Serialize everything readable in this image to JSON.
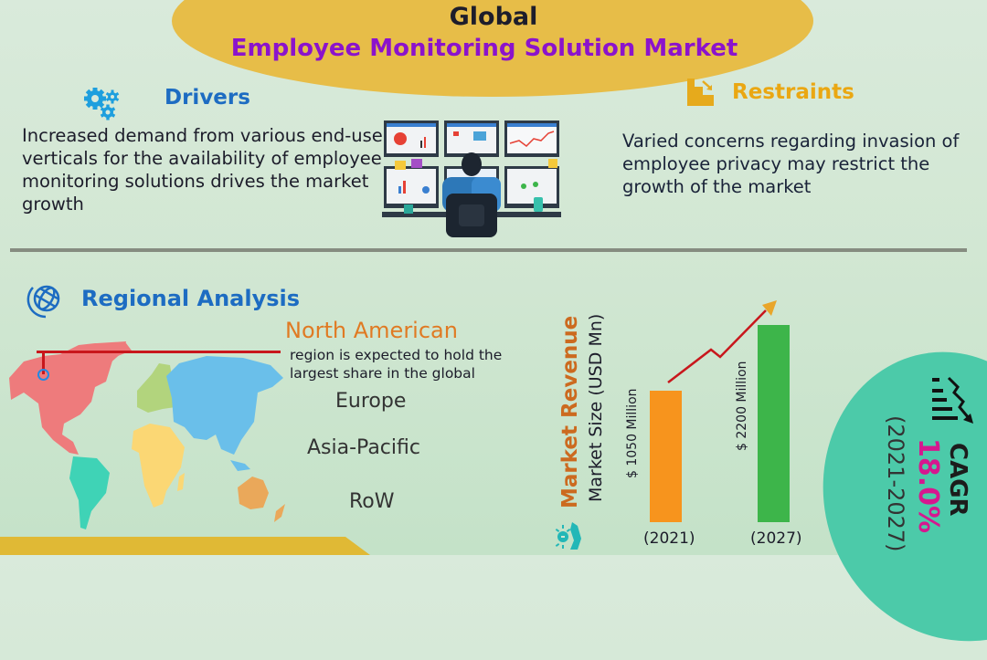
{
  "header": {
    "title_line1": "Global",
    "title_line2": "Employee Monitoring Solution Market"
  },
  "drivers": {
    "heading": "Drivers",
    "icon": "gears-icon",
    "text": "Increased demand from various end-use verticals for the availability of employee monitoring solutions drives the market growth"
  },
  "restraints": {
    "heading": "Restraints",
    "icon": "declining-stairs-icon",
    "text": "Varied concerns regarding invasion of employee privacy may restrict the growth of the market"
  },
  "center_illustration": {
    "icon": "person-monitoring-screens-illustration"
  },
  "regional": {
    "heading": "Regional Analysis",
    "icon": "globe-icon",
    "leading_region": "North American",
    "leading_text": "region is expected to hold the largest share in the global",
    "regions": [
      "Europe",
      "Asia-Pacific",
      "RoW"
    ],
    "map_colors": {
      "north_america": "#ee7b7c",
      "south_america": "#3fd3b6",
      "europe": "#b2d47d",
      "africa": "#fbd774",
      "asia": "#6abfea",
      "oceania": "#eaa85a"
    }
  },
  "market": {
    "title": "Market Revenue",
    "subtitle": "Market Size (USD Mn)",
    "icon": "money-hand-icon"
  },
  "cagr": {
    "label": "CAGR",
    "value": "18.0%",
    "period": "(2021-2027)",
    "icon": "declining-bars-arrow-icon"
  },
  "chart_data": {
    "type": "bar",
    "title": "Market Revenue",
    "ylabel": "Market Size (USD Mn)",
    "xlabel": "",
    "categories": [
      "(2021)",
      "(2027)"
    ],
    "values": [
      1050,
      2200
    ],
    "data_labels": [
      "$ 1050 Million",
      "$ 2200 Million"
    ],
    "colors": [
      "#f7941d",
      "#3db54a"
    ],
    "ylim": [
      0,
      2200
    ],
    "grid": false,
    "legend": "none",
    "annotations": [
      "Trend arrow rising from 2021 to 2027",
      "CAGR 18.0% (2021-2027)"
    ]
  },
  "colors": {
    "title_ellipse": "#e7bd48",
    "title_purple": "#8b13cc",
    "heading_blue": "#1d6cc2",
    "restraints_gold": "#eaa712",
    "north_american_orange": "#e07a23",
    "callout_red": "#c8171c",
    "cagr_teal": "#4ccaa9",
    "cagr_magenta": "#d6178f",
    "divider_gray": "#868c80"
  }
}
